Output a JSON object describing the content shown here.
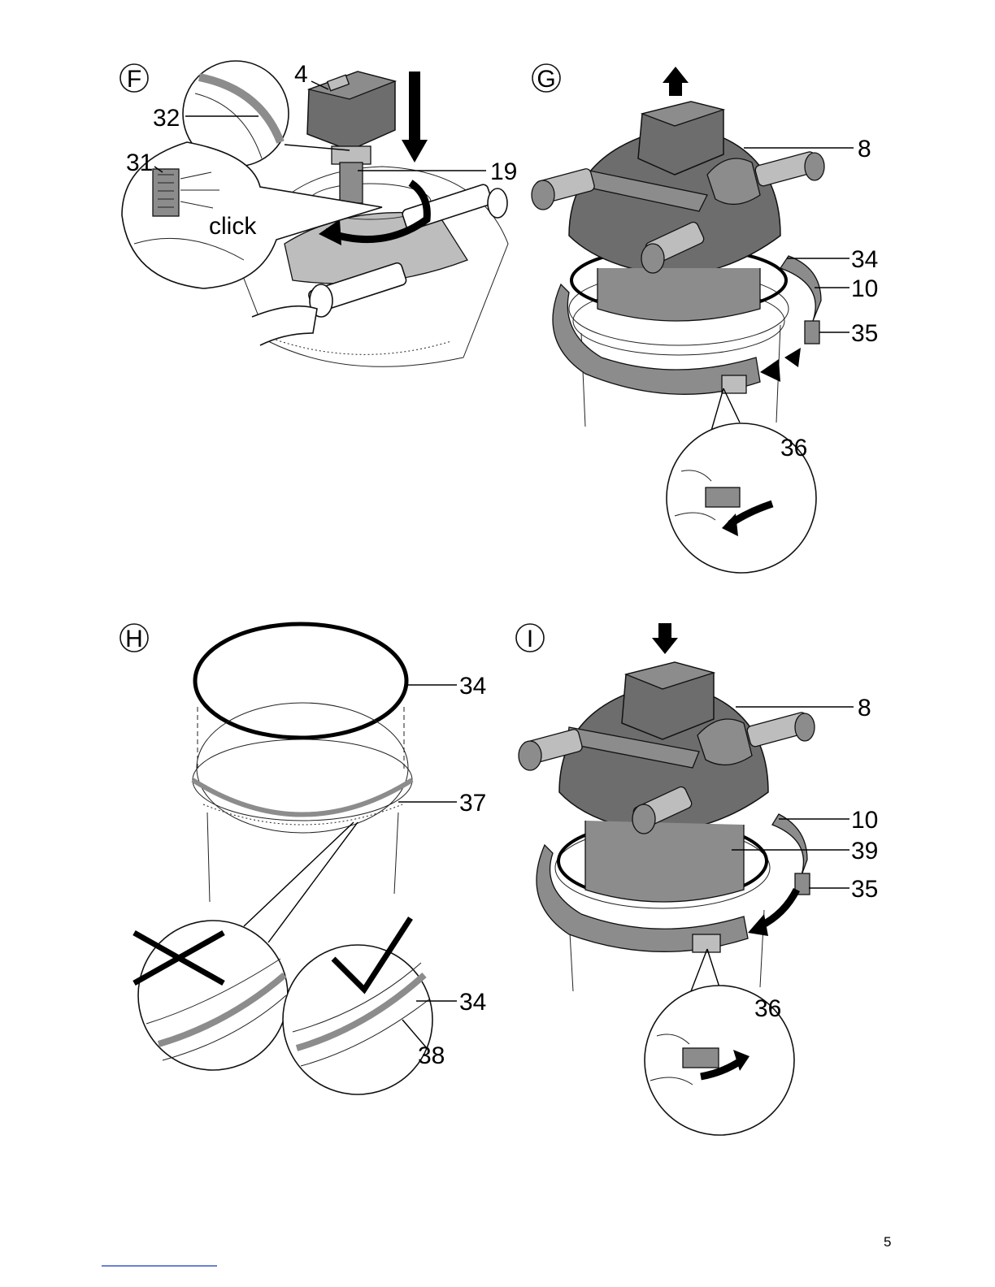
{
  "page": {
    "page_number": "5",
    "footer_rule_color": "#3a56c9"
  },
  "panels": {
    "F": {
      "letter": "F",
      "callouts": {
        "c4": "4",
        "c32": "32",
        "c31": "31",
        "c19": "19"
      },
      "click_text": "click"
    },
    "G": {
      "letter": "G",
      "callouts": {
        "c8": "8",
        "c34": "34",
        "c10": "10",
        "c35": "35",
        "c36": "36"
      }
    },
    "H": {
      "letter": "H",
      "callouts": {
        "c34": "34",
        "c37": "37",
        "c34b": "34",
        "c38": "38"
      },
      "marks": {
        "wrong": "cross-mark-icon",
        "right": "check-mark-icon"
      }
    },
    "I": {
      "letter": "I",
      "callouts": {
        "c8": "8",
        "c10": "10",
        "c39": "39",
        "c35": "35",
        "c36": "36"
      }
    }
  },
  "colors": {
    "dark_part": "#6d6d6d",
    "mid_part": "#8c8c8c",
    "light_part": "#bdbdbd",
    "line": "#000000"
  }
}
